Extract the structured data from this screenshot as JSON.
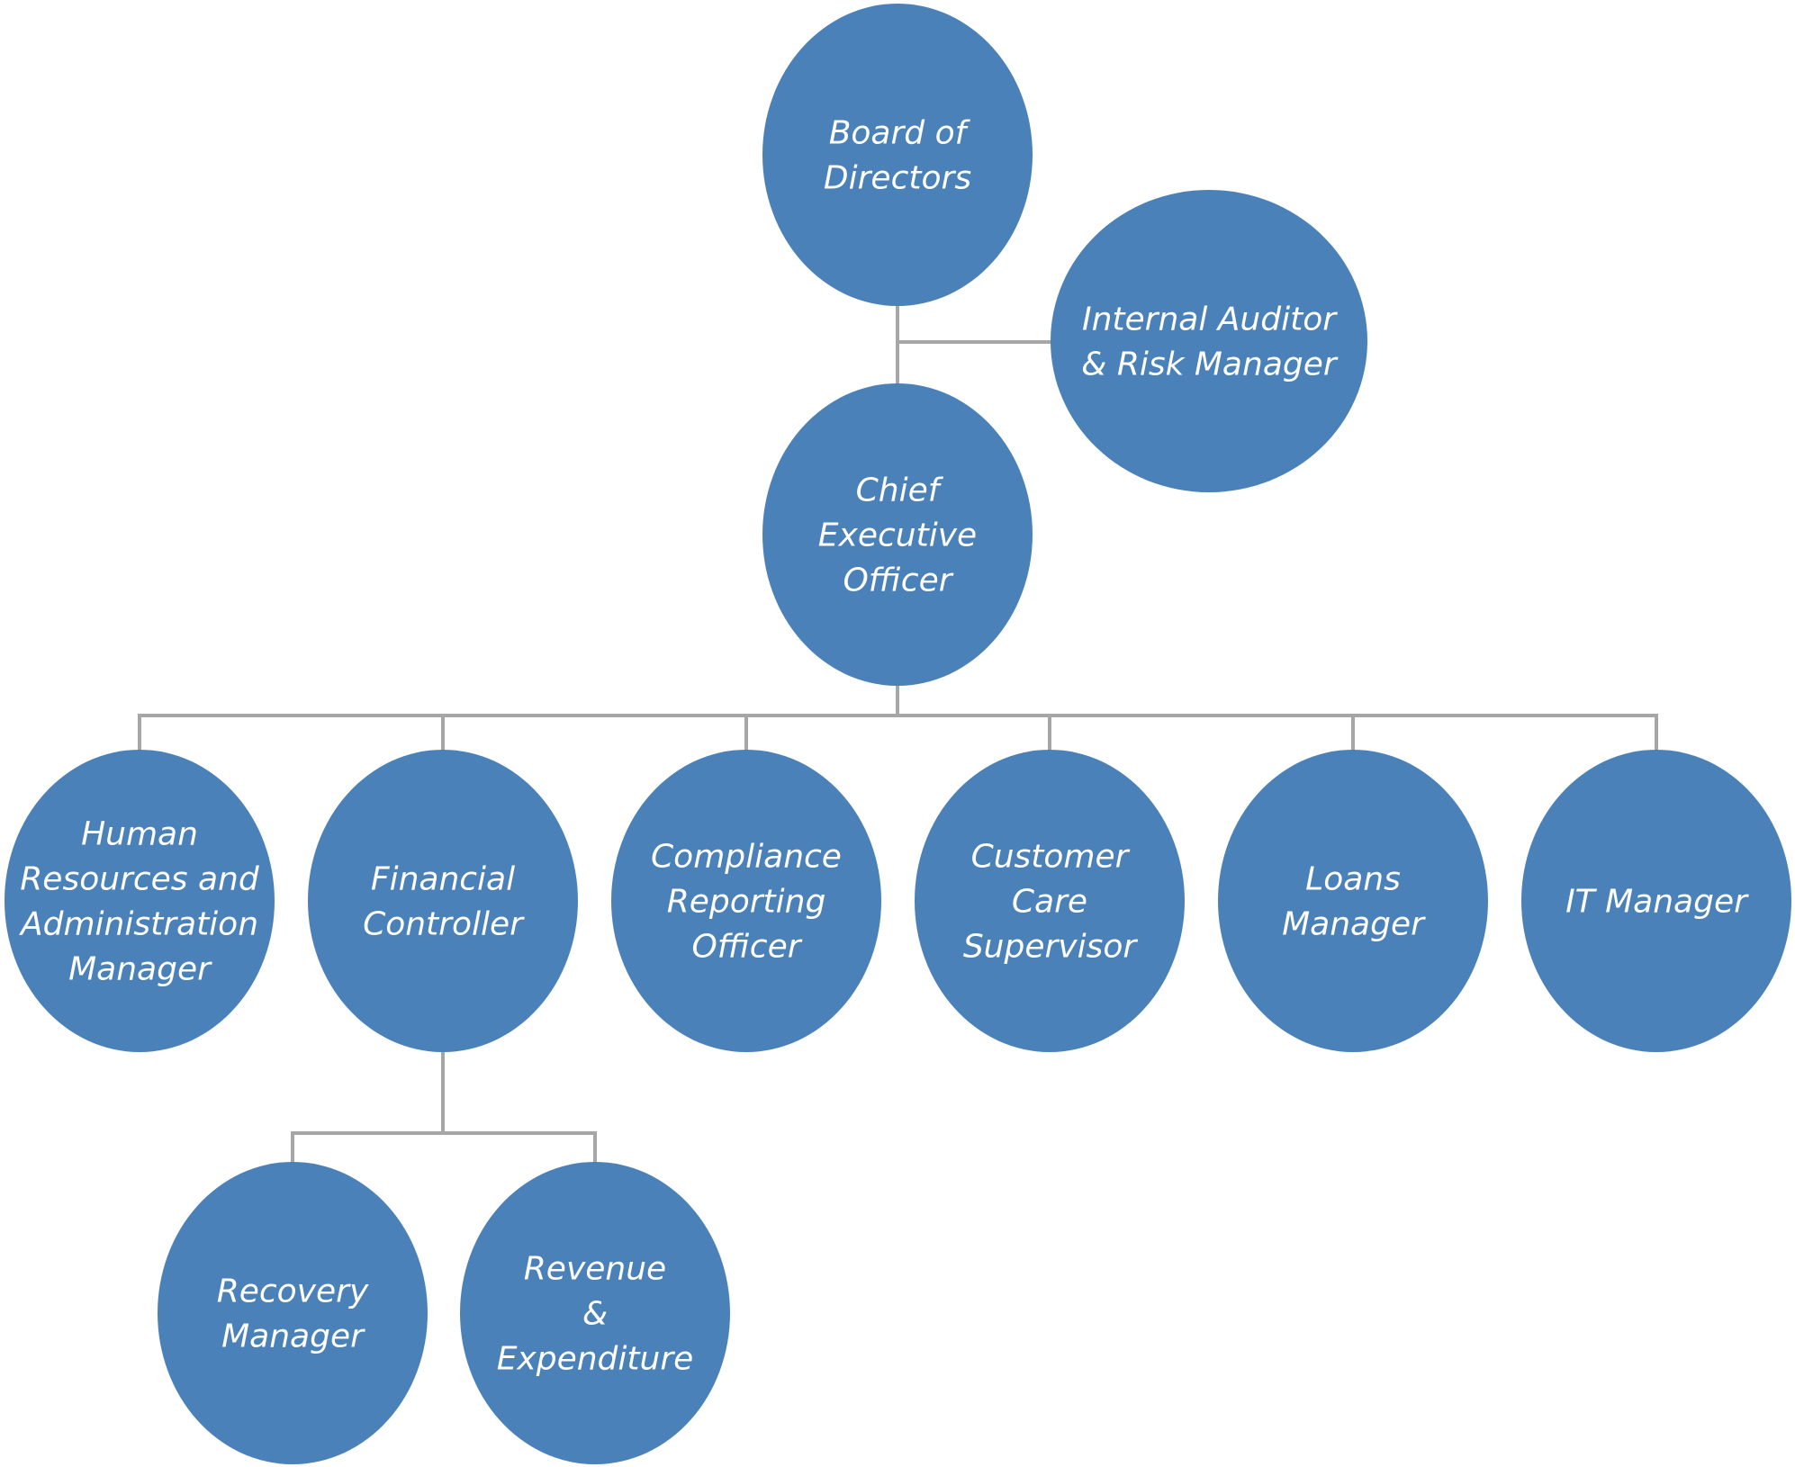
{
  "colors": {
    "node_fill": "#4a81b8",
    "connector": "#a6a6a6",
    "label": "#ffffff",
    "background": "#ffffff"
  },
  "nodes": {
    "board": {
      "lines": [
        "Board of",
        "Directors"
      ]
    },
    "auditor": {
      "lines": [
        "Internal Auditor",
        "& Risk Manager"
      ]
    },
    "ceo": {
      "lines": [
        "Chief",
        "Executive",
        "Officer"
      ]
    },
    "hr": {
      "lines": [
        "Human",
        "Resources and",
        "Administration",
        "Manager"
      ]
    },
    "financial": {
      "lines": [
        "Financial",
        "Controller"
      ]
    },
    "compliance": {
      "lines": [
        "Compliance",
        "Reporting",
        "Officer"
      ]
    },
    "customer": {
      "lines": [
        "Customer",
        "Care",
        "Supervisor"
      ]
    },
    "loans": {
      "lines": [
        "Loans",
        "Manager"
      ]
    },
    "it": {
      "lines": [
        "IT Manager"
      ]
    },
    "recovery": {
      "lines": [
        "Recovery",
        "Manager"
      ]
    },
    "revenue": {
      "lines": [
        "Revenue",
        "&",
        "Expenditure"
      ]
    }
  },
  "edges": [
    [
      "board",
      "ceo"
    ],
    [
      "board",
      "auditor"
    ],
    [
      "ceo",
      "hr"
    ],
    [
      "ceo",
      "financial"
    ],
    [
      "ceo",
      "compliance"
    ],
    [
      "ceo",
      "customer"
    ],
    [
      "ceo",
      "loans"
    ],
    [
      "ceo",
      "it"
    ],
    [
      "financial",
      "recovery"
    ],
    [
      "financial",
      "revenue"
    ]
  ]
}
